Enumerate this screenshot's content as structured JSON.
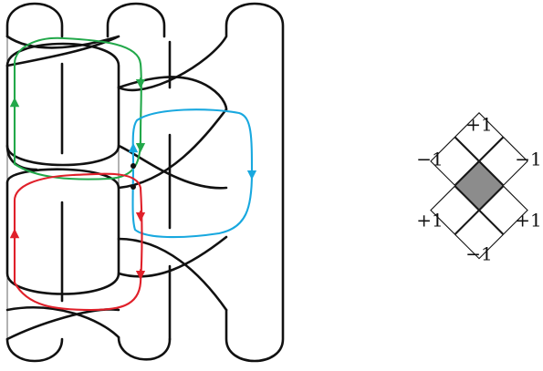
{
  "colors": {
    "ink": "#111111",
    "green": "#22a84a",
    "blue": "#18a8df",
    "red": "#e0202a",
    "shaded": "#8c8c8c"
  },
  "grid": {
    "cells": [
      {
        "label": "+1"
      },
      {
        "label": "−1"
      },
      {
        "label": "−1"
      },
      {
        "label": ""
      },
      {
        "label": "+1"
      },
      {
        "label": "+1"
      },
      {
        "label": "−1"
      }
    ]
  }
}
